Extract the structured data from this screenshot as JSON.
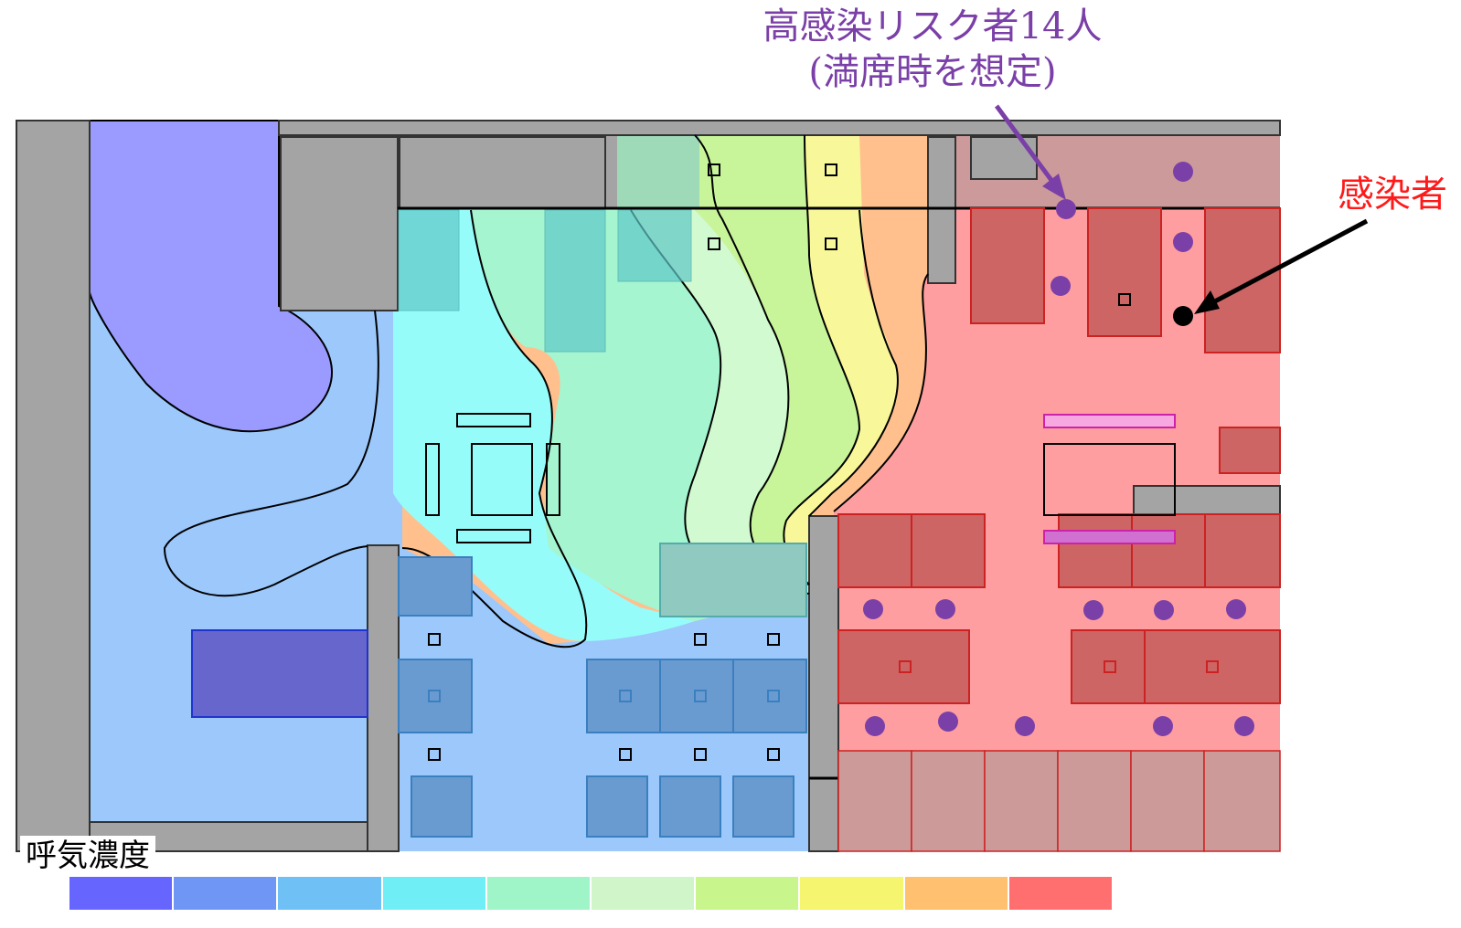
{
  "annotations": {
    "high_risk": {
      "line1": "高感染リスク者14人",
      "line2": "(満席時を想定)",
      "color": "#7b3fa8"
    },
    "infected": {
      "text": "感染者",
      "color": "#ff1a1a"
    }
  },
  "legend": {
    "title": "呼気濃度",
    "colors": [
      "#6666ff",
      "#6f96f5",
      "#6fc0f5",
      "#6feff5",
      "#9ff5c8",
      "#d0f5c8",
      "#c8f58c",
      "#f5f56f",
      "#ffc06f",
      "#ff6f6f"
    ]
  },
  "zone_colors": {
    "purple": "#9a9aff",
    "blue": "#9cc8fb",
    "cyan": "#96fcfa",
    "teal": "#a4f5d0",
    "pale_green": "#d2fad0",
    "green": "#c8f59a",
    "yellow": "#f8f89a",
    "orange": "#fcc890",
    "red": "#ff9ea0",
    "wall": "#a4a4a4",
    "seat": "#7b3fa8",
    "infected_seat": "#000000"
  }
}
